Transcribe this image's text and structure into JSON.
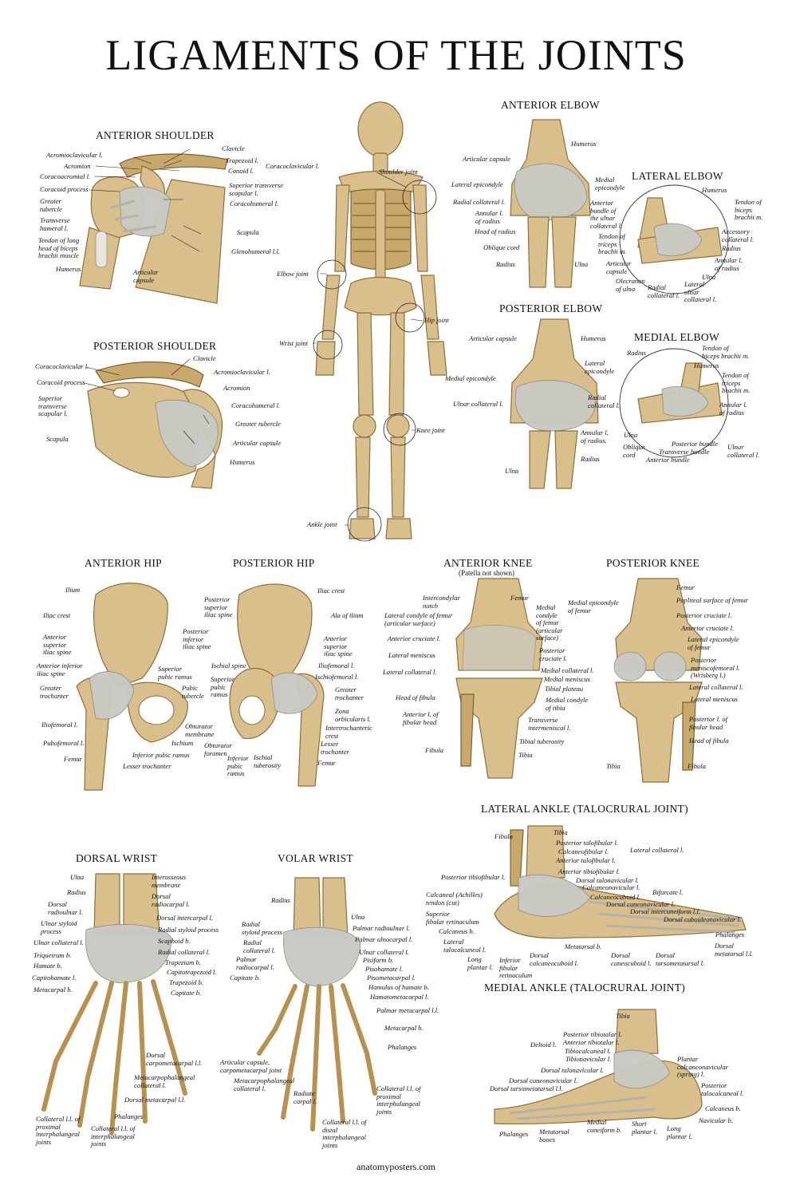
{
  "title": "LIGAMENTS OF THE JOINTS",
  "footer": "anatomyposters.com",
  "colors": {
    "bone": "#d9bf8c",
    "bone_shadow": "#c9a86c",
    "ligament": "#c9c9c4",
    "text": "#111111"
  },
  "sections": {
    "anterior_shoulder": "ANTERIOR SHOULDER",
    "posterior_shoulder": "POSTERIOR SHOULDER",
    "anterior_elbow": "ANTERIOR ELBOW",
    "lateral_elbow": "LATERAL ELBOW",
    "posterior_elbow": "POSTERIOR ELBOW",
    "medial_elbow": "MEDIAL ELBOW",
    "anterior_hip": "ANTERIOR HIP",
    "posterior_hip": "POSTERIOR HIP",
    "anterior_knee": "ANTERIOR KNEE",
    "anterior_knee_note": "(Patella not shown)",
    "posterior_knee": "POSTERIOR KNEE",
    "lateral_ankle": "LATERAL ANKLE (TALOCRURAL JOINT)",
    "medial_ankle": "MEDIAL ANKLE (TALOCRURAL JOINT)",
    "dorsal_wrist": "DORSAL WRIST",
    "volar_wrist": "VOLAR WRIST"
  },
  "labels": {
    "as_acromioclavicular": "Acromioclavicular l.",
    "as_acromion": "Acromion",
    "as_coracoacromial": "Coracoacromial l.",
    "as_coracoid": "Coracoid process",
    "as_greater_tubercle": "Greater\ntubercle",
    "as_transverse_humeral": "Transverse\nhumeral l.",
    "as_tendon_biceps": "Tendon of long\nhead of biceps\nbrachii muscle",
    "as_humerus": "Humerus",
    "as_clavicle": "Clavicle",
    "as_trapezoid": "Trapezoid l.",
    "as_conoid": "Conoid l.",
    "as_coracoclavicular": "Coracoclavicular l.",
    "as_sup_transverse": "Superior transverse\nscapular l.",
    "as_coracohumeral": "Coracohumeral l.",
    "as_scapula": "Scapula",
    "as_glenohumeral": "Glenohumeral l.l.",
    "as_articular_capsule": "Articular\ncapsule",
    "ps_coracoclavicular": "Coracoclavicular l.",
    "ps_coracoid": "Coracoid process",
    "ps_sup_transverse": "Superior\ntransverse\nscapular l.",
    "ps_scapula": "Scapula",
    "ps_clavicle": "Clavicle",
    "ps_acromioclavicular": "Acromioclavicular l.",
    "ps_acromion": "Acromion",
    "ps_coracohumeral": "Coracohumeral l.",
    "ps_greater_tubercle": "Greater tubercle",
    "ps_articular_capsule": "Articular capsule",
    "ps_humerus": "Humerus",
    "sk_shoulder": "Shoulder joint",
    "sk_elbow": "Elbow joint",
    "sk_hip": "Hip joint",
    "sk_wrist": "Wrist joint",
    "sk_knee": "Knee joint",
    "sk_ankle": "Ankle joint",
    "ae_humerus": "Humerus",
    "ae_articular_capsule": "Articular capsule",
    "ae_lateral_epicondyle": "Lateral epicondyle",
    "ae_medial_epicondyle": "Medial\nepicondyle",
    "ae_radial_collateral": "Radial collateral l.",
    "ae_annular": "Annular l.\nof radius",
    "ae_head_radius": "Head of radius",
    "ae_anterior_bundle": "Anterior\nbundle of\nthe ulnar\ncollateral l.",
    "ae_oblique_cord": "Oblique cord",
    "ae_radius": "Radius",
    "ae_ulna": "Ulna",
    "le_humerus": "Humerus",
    "le_tendon_biceps": "Tendon of\nbiceps\nbrachii m.",
    "le_accessory": "Accessory\ncollateral l.",
    "le_radius": "Radius",
    "le_tendon_triceps": "Tendon of\ntriceps\nbrachii m.",
    "le_annular": "Annular l.\nof radius",
    "le_ulna": "Ulna",
    "le_articular_capsule": "Articular\ncapsule",
    "le_olecranon": "Olecranon\nof ulna",
    "le_radial_collateral": "Radial\ncollateral l.",
    "le_lateral_ulnar": "Lateral\nulnar\ncollateral l.",
    "pe_articular_capsule": "Articular capsule",
    "pe_humerus": "Humerus",
    "pe_medial_epicondyle": "Medial epicondyle",
    "pe_lateral_epicondyle": "Lateral\nepicondyle",
    "pe_ulnar_collateral": "Ulnar collateral l.",
    "pe_radial_collateral": "Radial\ncollateral l.",
    "pe_annular": "Annular l.\nof radius.",
    "pe_radius": "Radius",
    "pe_ulna": "Ulna",
    "me_radius": "Radius",
    "me_tendon_biceps": "Tendon of\nbiceps brachii m.",
    "me_humerus": "Humerus",
    "me_tendon_triceps": "Tendon of\ntriceps\nbrachii m.",
    "me_annular": "Annular l.\nof radius",
    "me_ulna": "Ulna",
    "me_oblique_cord": "Oblique\ncord",
    "me_posterior_bundle": "Posterior bundle",
    "me_transverse_bundle": "Transverse bundle",
    "me_anterior_bundle": "Anterior bundle",
    "me_ulnar_collateral": "Ulnar\ncollateral l.",
    "ah_ilium": "Ilium",
    "ah_iliac_crest": "Iliac crest",
    "ah_asis": "Anterior\nsuperior\niliac spine",
    "ah_aiis": "Anterior inferior\niliac spine",
    "ah_greater_trochanter": "Greater\ntrochanter",
    "ah_iliofemoral": "Iliofemoral l.",
    "ah_pubofemoral": "Pubofemoral l.",
    "ah_femur": "Femur",
    "ah_lesser_trochanter": "Lesser trochanter",
    "ah_inferior_pubic": "Inferior pubic ramus",
    "ah_ischium": "Ischium",
    "ah_obturator_membrane": "Obturator\nmembrane",
    "ah_pubic_tubercle": "Pubic\ntubercle",
    "ah_superior_pubic": "Superior\npubic ramus",
    "ph_psis": "Posterior\nsuperior\niliac spine",
    "ph_piis": "Posterior\ninferior\niliac spine",
    "ph_ischial_spine": "Ischial spine",
    "ph_superior_pubic": "Superior\npubic\nramus",
    "ph_obturator_foramen": "Obturator\nforamen",
    "ph_inferior_pubic": "Inferior\npubic\nramus",
    "ph_ischial_tuberosity": "Ischial\ntuberosity",
    "ph_iliac_crest": "Iliac crest",
    "ph_ala_ilium": "Ala of ilium",
    "ph_asis": "Anterior\nsuperior\niliac spine",
    "ph_iliofemoral": "Iliofemoral l.",
    "ph_ischiofemoral": "Ischiofemoral l.",
    "ph_greater_trochanter": "Greater\ntrochanter",
    "ph_zona": "Zona\norbicularis l.",
    "ph_intertrochanteric": "Intertrochanteric\ncrest",
    "ph_lesser_trochanter": "Lesser\ntrochanter",
    "ph_femur": "Femur",
    "ak_intercondylar": "Intercondylar\nnotch",
    "ak_lateral_condyle": "Lateral condyle of femur\n(articular surface)",
    "ak_acl": "Anterior cruciate l.",
    "ak_lateral_meniscus": "Lateral meniscus",
    "ak_lcl": "Lateral collateral l.",
    "ak_head_fibula": "Head of fibula",
    "ak_ant_fibular_head": "Anterior l. of\nfibular head",
    "ak_fibula": "Fibula",
    "ak_femur": "Femur",
    "ak_medial_condyle": "Medial\ncondyle\nof femur\n(articular\nsurface)",
    "ak_pcl": "Posterior\ncruciate l.",
    "ak_mcl": "Medial collateral l.",
    "ak_medial_meniscus": "Medial meniscus",
    "ak_tibial_plateau": "Tibial plateau",
    "ak_medial_condyle_tibia": "Medial condyle\nof tibia",
    "ak_transverse": "Transverse\nintermeniscal l.",
    "ak_tibial_tuberosity": "Tibial tuberosity",
    "ak_tibia": "Tibia",
    "pk_medial_epicondyle": "Medial epicondyle\nof femur",
    "pk_femur": "Femur",
    "pk_popliteal": "Popliteal surface of femur",
    "pk_pcl": "Posterior cruciate l.",
    "pk_acl": "Anterior cruciate l.",
    "pk_lateral_epicondyle": "Lateral epicondyle\nof femur",
    "pk_pmfl": "Posterior\nmeniscofemoral l.\n(Wrisberg l.)",
    "pk_lcl": "Lateral collateral l.",
    "pk_lateral_meniscus": "Lateral meniscus",
    "pk_post_fibular_head": "Posterior l. of\nfibular head",
    "pk_head_fibula": "Head of fibula",
    "pk_tibia": "Tibia",
    "pk_fibula": "Fibula",
    "la_tibia": "Tibia",
    "la_fibula": "Fibula",
    "la_posterior_talofibular": "Posterior talofibular l.",
    "la_calcaneofibular": "Calcaneofibular l.",
    "la_anterior_talofibular": "Anterior talofibular l.",
    "la_lateral_collateral": "Lateral collateral l.",
    "la_anterior_tibiofibular": "Anterior tibiofibular l.",
    "la_posterior_tibiofibular": "Posterior tibiofibular l.",
    "la_dorsal_talonavicular": "Dorsal talonavicular l.",
    "la_calcaneonavicular": "Calcaneonavicular l.",
    "la_calcaneocuboid": "Calcaneocuboid l.",
    "la_bifurcate": "Bifurcate l.",
    "la_dorsal_cuneonavicular": "Dorsal cuneonavicular l.",
    "la_dorsal_intercuneiform": "Dorsal intercuneiform l.l.",
    "la_dorsal_cuboideonavicular": "Dorsal cuboideonavicular l.",
    "la_calcaneal_tendon": "Calcaneal (Achilles)\ntendon (cut)",
    "la_sup_fibular_ret": "Superior\nfibular retinaculum",
    "la_calcaneus": "Calcaneus b.",
    "la_lateral_talocalcaneal": "Lateral\ntalocalcaneal l.",
    "la_long_plantar": "Long\nplantar l.",
    "la_inf_fibular_ret": "Inferior\nfibular\nretinaculum",
    "la_dorsal_calcaneocuboid": "Dorsal\ncalcaneocuboid l.",
    "la_metatarsal": "Metatarsal b.",
    "la_dorsal_cuneocuboid": "Dorsal\ncuneocuboid l.",
    "la_dorsal_tarsometatarsal": "Dorsal\ntarsometatarsal l.",
    "la_phalanges": "Phalanges",
    "la_dorsal_metatarsal": "Dorsal\nmetatarsal l.l.",
    "ma_tibia": "Tibia",
    "ma_posterior_tibiotalar": "Posterior tibiotalar l.",
    "ma_anterior_tibiotalar": "Anterior tibiotalar l.",
    "ma_tibiocalcaneal": "Tibiocalcaneal l.",
    "ma_tibionavicular": "Tibionavicular l.",
    "ma_deltoid": "Deltoid l.",
    "ma_dorsal_talonavicular": "Dorsal talonavicular l.",
    "ma_dorsal_cuneonavicular": "Dorsal cuneonavicular l.",
    "ma_dorsal_tarsometatarsal": "Dorsal tarsometatarsal l.l.",
    "ma_plantar_calcaneonavicular": "Plantar\ncalcaneonavicular\n(spring) l.",
    "ma_posterior_talocalcaneal": "Posterior\ntalocalcaneal l.",
    "ma_calcaneus": "Calcaneus b.",
    "ma_navicular": "Navicular b.",
    "ma_long_plantar": "Long\nplantar l.",
    "ma_short_plantar": "Short\nplantar l.",
    "ma_medial_cuneiform": "Medial\ncuneiform b.",
    "ma_metatarsal_bones": "Metatarsal\nbones",
    "ma_phalanges": "Phalanges",
    "dw_ulna": "Ulna",
    "dw_radius": "Radius",
    "dw_interosseous": "Interosseous\nmembrane",
    "dw_dorsal_radioulnar": "Dorsal\nradioulnar l.",
    "dw_dorsal_radiocarpal": "Dorsal\nradiocarpal l.",
    "dw_ulnar_styloid": "Ulnar styloid\nprocess",
    "dw_dorsal_intercarpal": "Dorsal intercarpal l.",
    "dw_radial_styloid": "Radial styloid process",
    "dw_ulnar_collateral": "Ulnar collateral l.",
    "dw_scaphoid": "Scaphoid b.",
    "dw_triquetrum": "Triquetrum b.",
    "dw_radial_collateral": "Radial collateral l.",
    "dw_hamate": "Hamate b.",
    "dw_trapezium": "Trapezium b.",
    "dw_capitohamate": "Capitohamate l.",
    "dw_capitotrapezoid": "Capitotrapezoid l.",
    "dw_metacarpal": "Metacarpal b.",
    "dw_trapezoid": "Trapezoid b.",
    "dw_capitate": "Capitate b.",
    "dw_dorsal_cmc": "Dorsal\ncarpometacarpal l.l.",
    "dw_mcp_collateral": "Metacarpophalangeal\ncollateral l.",
    "dw_dorsal_metacarpal": "Dorsal metacarpal l.l.",
    "dw_collateral_pip": "Collateral l.l. of\nproximal\ninterphalangeal\njoints",
    "dw_phalanges": "Phalanges",
    "dw_collateral_ip": "Collateral l.l. of\ninterphalangeal\njoints",
    "vw_radius": "Radius",
    "vw_ulna": "Ulna",
    "vw_radial_styloid": "Radial\nstyloid process",
    "vw_palmar_radioulnar": "Palmar radioulnar l.",
    "vw_palmar_ulnocarpal": "Palmar ulnocarpal l.",
    "vw_radial_collateral": "Radial\ncollateral l.",
    "vw_ulnar_collateral": "Ulnar collateral l.",
    "vw_palmar_radiocarpal": "Palmar\nradiocarpal l.",
    "vw_pisiform": "Pisiform b.",
    "vw_pisohamate": "Pisohamate l.",
    "vw_capitate": "Capitate b.",
    "vw_pisometacarpal": "Pisometacarpal l.",
    "vw_hamulus": "Hamulus of hamate b.",
    "vw_hamatometacarpal": "Hamatometacarpal l.",
    "vw_palmar_metacarpal": "Palmar metacarpal l.l.",
    "vw_metacarpal": "Metacarpal b.",
    "vw_phalanges": "Phalanges",
    "vw_articular_capsule": "Articular capsule,\ncarpometacarpal joint",
    "vw_mcp_collateral": "Metacarpophalangeal\ncollateral l.",
    "vw_radiate_carpal": "Radiate\ncarpal l.",
    "vw_collateral_pip": "Collateral l.l. of\nproximal\ninterphalangeal\njoints",
    "vw_collateral_dip": "Collateral l.l. of\ndistal\ninterphalangeal\njoints"
  }
}
